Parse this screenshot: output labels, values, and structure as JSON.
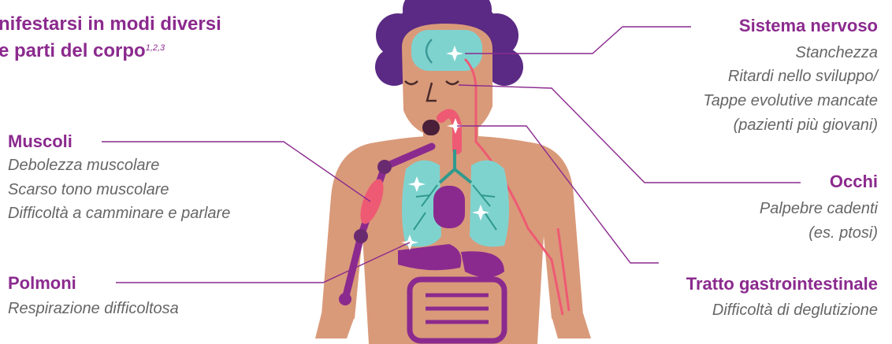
{
  "title": {
    "line1": "nifestarsi in modi diversi",
    "line2": "e parti del corpo",
    "refs": "1,2,3"
  },
  "sections": {
    "nervous": {
      "heading": "Sistema nervoso",
      "items": [
        "Stanchezza",
        "Ritardi nello sviluppo/",
        "Tappe evolutive mancate",
        "(pazienti più giovani)"
      ]
    },
    "muscles": {
      "heading": "Muscoli",
      "items": [
        "Debolezza muscolare",
        "Scarso tono muscolare",
        "Difficoltà a camminare e parlare"
      ]
    },
    "eyes": {
      "heading": "Occhi",
      "items": [
        "Palpebre cadenti",
        "(es. ptosi)"
      ]
    },
    "lungs": {
      "heading": "Polmoni",
      "items": [
        "Respirazione difficoltosa"
      ]
    },
    "gi": {
      "heading": "Tratto gastrointestinale",
      "items": [
        "Difficoltà di deglutizione"
      ]
    }
  },
  "colors": {
    "heading": "#8b2a8e",
    "text": "#666666",
    "line": "#8b2a8e",
    "skin": "#d99a7a",
    "hair": "#5a2a84",
    "organ_teal": "#7fd3cf",
    "organ_purple": "#8b2a8e",
    "vessel_red": "#ee5a73"
  }
}
